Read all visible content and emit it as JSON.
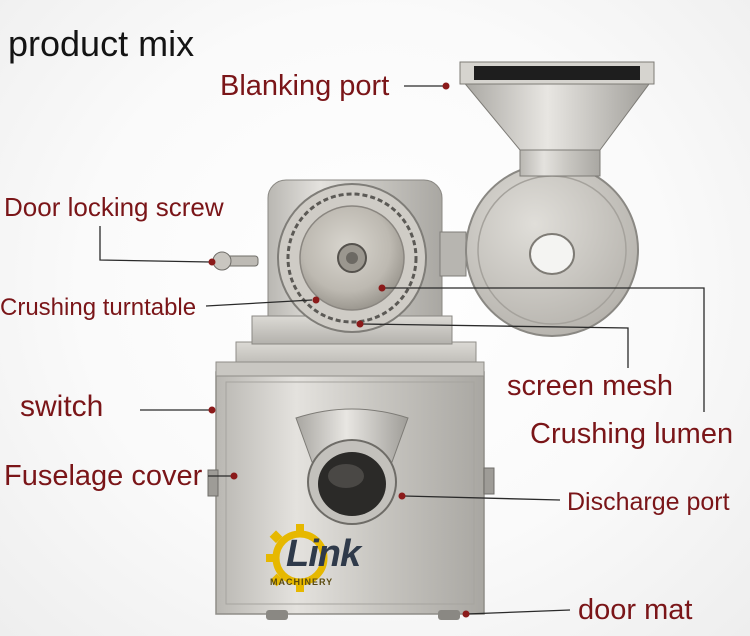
{
  "title": "product mix",
  "labels": {
    "blanking_port": "Blanking port",
    "door_locking_screw": "Door locking screw",
    "crushing_turntable": "Crushing turntable",
    "switch": "switch",
    "fuselage_cover": "Fuselage cover",
    "screen_mesh": "screen mesh",
    "crushing_lumen": "Crushing lumen",
    "discharge_port": "Discharge port",
    "door_mat": "door mat"
  },
  "logo": {
    "word": "Link",
    "subtext": "MACHINERY"
  },
  "colors": {
    "label_text": "#7a1518",
    "title_text": "#141414",
    "leader_line": "#2a2a2a",
    "marker_dot": "#8b1a1a",
    "logo_gear": "#e6b800"
  }
}
